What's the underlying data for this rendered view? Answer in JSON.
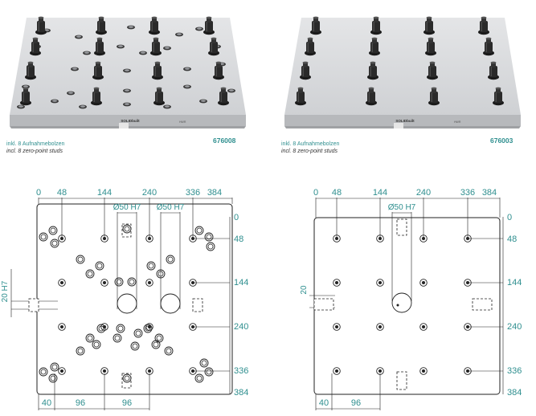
{
  "products": [
    {
      "part_number": "676008",
      "caption_de": "inkl. 8 Aufnahmebolzen",
      "caption_en": "incl. 8 zero-point studs",
      "brand": "SOLIDbuilt",
      "dims_top": [
        "0",
        "48",
        "144",
        "240",
        "336",
        "384"
      ],
      "dims_right": [
        "0",
        "48",
        "144",
        "240",
        "336",
        "384"
      ],
      "bore_labels": [
        "Ø50 H7",
        "Ø50 H7"
      ],
      "slot_label": "20 H7",
      "dims_bottom": [
        "40",
        "96",
        "96"
      ]
    },
    {
      "part_number": "676003",
      "caption_de": "inkl. 8 Aufnahmebolzen",
      "caption_en": "incl. 8 zero-point studs",
      "brand": "SOLIDbuilt",
      "dims_top": [
        "0",
        "48",
        "144",
        "240",
        "336",
        "384"
      ],
      "dims_right": [
        "0",
        "48",
        "144",
        "240",
        "336",
        "384"
      ],
      "bore_labels": [
        "Ø50 H7"
      ],
      "slot_label": "20",
      "dims_bottom": [
        "40",
        "96"
      ]
    }
  ],
  "colors": {
    "accent": "#2f8f8f",
    "line": "#222222",
    "plate_top": "#d9dadc",
    "plate_side": "#b9bbbe"
  }
}
